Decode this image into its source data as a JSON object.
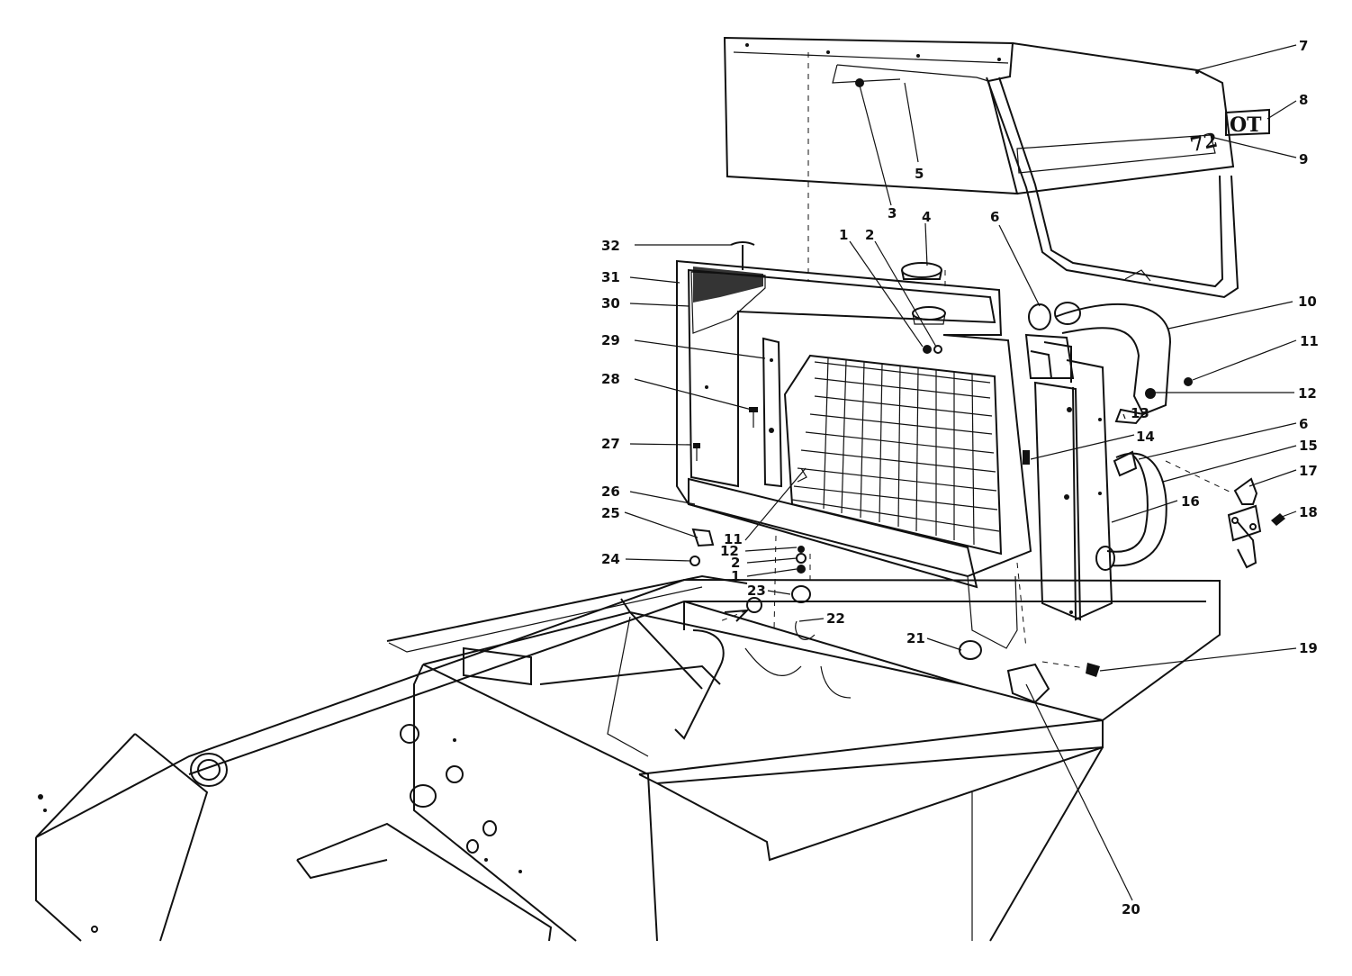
{
  "decal": {
    "hood_number": "72",
    "badge": "OT"
  },
  "callouts": [
    {
      "id": "c7",
      "text": "7"
    },
    {
      "id": "c8",
      "text": "8"
    },
    {
      "id": "c9",
      "text": "9"
    },
    {
      "id": "c5",
      "text": "5"
    },
    {
      "id": "c3",
      "text": "3"
    },
    {
      "id": "c4",
      "text": "4"
    },
    {
      "id": "c6a",
      "text": "6"
    },
    {
      "id": "c32",
      "text": "32"
    },
    {
      "id": "c1a",
      "text": "1"
    },
    {
      "id": "c2a",
      "text": "2"
    },
    {
      "id": "c31",
      "text": "31"
    },
    {
      "id": "c30",
      "text": "30"
    },
    {
      "id": "c10",
      "text": "10"
    },
    {
      "id": "c11a",
      "text": "11"
    },
    {
      "id": "c29",
      "text": "29"
    },
    {
      "id": "c12a",
      "text": "12"
    },
    {
      "id": "c28",
      "text": "28"
    },
    {
      "id": "c13",
      "text": "13"
    },
    {
      "id": "c6b",
      "text": "6"
    },
    {
      "id": "c27",
      "text": "27"
    },
    {
      "id": "c14",
      "text": "14"
    },
    {
      "id": "c15",
      "text": "15"
    },
    {
      "id": "c17",
      "text": "17"
    },
    {
      "id": "c26",
      "text": "26"
    },
    {
      "id": "c16",
      "text": "16"
    },
    {
      "id": "c18",
      "text": "18"
    },
    {
      "id": "c25",
      "text": "25"
    },
    {
      "id": "c11b",
      "text": "11"
    },
    {
      "id": "c12b",
      "text": "12"
    },
    {
      "id": "c24",
      "text": "24"
    },
    {
      "id": "c2b",
      "text": "2"
    },
    {
      "id": "c1b",
      "text": "1"
    },
    {
      "id": "c23",
      "text": "23"
    },
    {
      "id": "c22",
      "text": "22"
    },
    {
      "id": "c21",
      "text": "21"
    },
    {
      "id": "c19",
      "text": "19"
    },
    {
      "id": "c20",
      "text": "20"
    }
  ]
}
